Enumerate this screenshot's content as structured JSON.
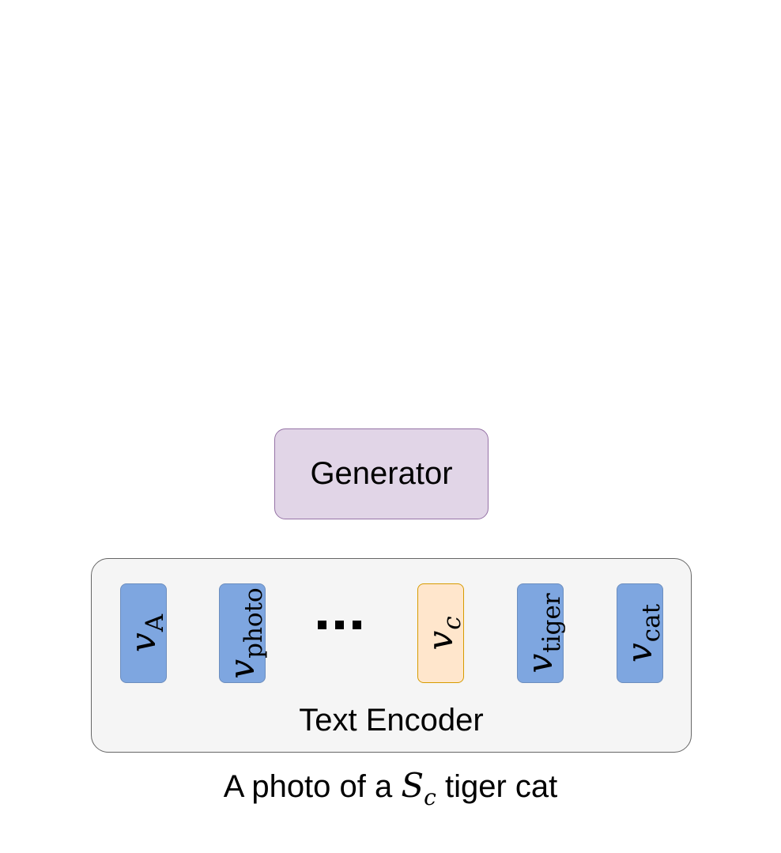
{
  "generator": {
    "label": "Generator",
    "fill": "#e1d5e7",
    "stroke": "#9673a6"
  },
  "text_encoder": {
    "label": "Text Encoder",
    "fill": "#f5f5f5",
    "stroke": "#666666",
    "ellipsis": "…",
    "tokens": [
      {
        "symbol": "v",
        "subscript": "A",
        "color": "#7ea6e0"
      },
      {
        "symbol": "v",
        "subscript": "photo",
        "color": "#7ea6e0"
      },
      {
        "symbol": "v",
        "subscript": "c",
        "color": "#ffe6cc"
      },
      {
        "symbol": "v",
        "subscript": "tiger",
        "color": "#7ea6e0"
      },
      {
        "symbol": "v",
        "subscript": "cat",
        "color": "#7ea6e0"
      }
    ]
  },
  "caption": {
    "before": "A photo of a ",
    "symbol": "S",
    "subscript": "c",
    "after": " tiger cat"
  }
}
